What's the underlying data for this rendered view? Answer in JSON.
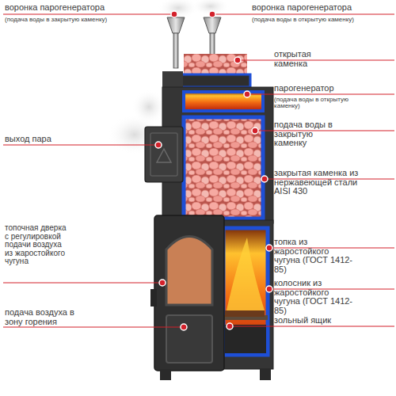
{
  "diagram": {
    "labels": [
      "воронка парогенератора",
      "(подача воды в закрытую каменку)",
      "воронка парогенератора",
      "(подача воды в открытую каменку)",
      "открытая каменка",
      "парогенератор",
      "(подача воды в открытую каменку)",
      "подача воды в закрытую каменку",
      "выход пара",
      "закрытая каменка из нержавеющей стали AISI 430",
      "топка из жаростойкого чугуна (ГОСТ 1412-85)",
      "топочная дверка с регулировкой подачи воздуха из жаростойкого чугуна",
      "колосник из жаростойкого чугуна (ГОСТ 1412-85)",
      "подача воздуха в зону горения",
      "зольный ящик"
    ]
  }
}
